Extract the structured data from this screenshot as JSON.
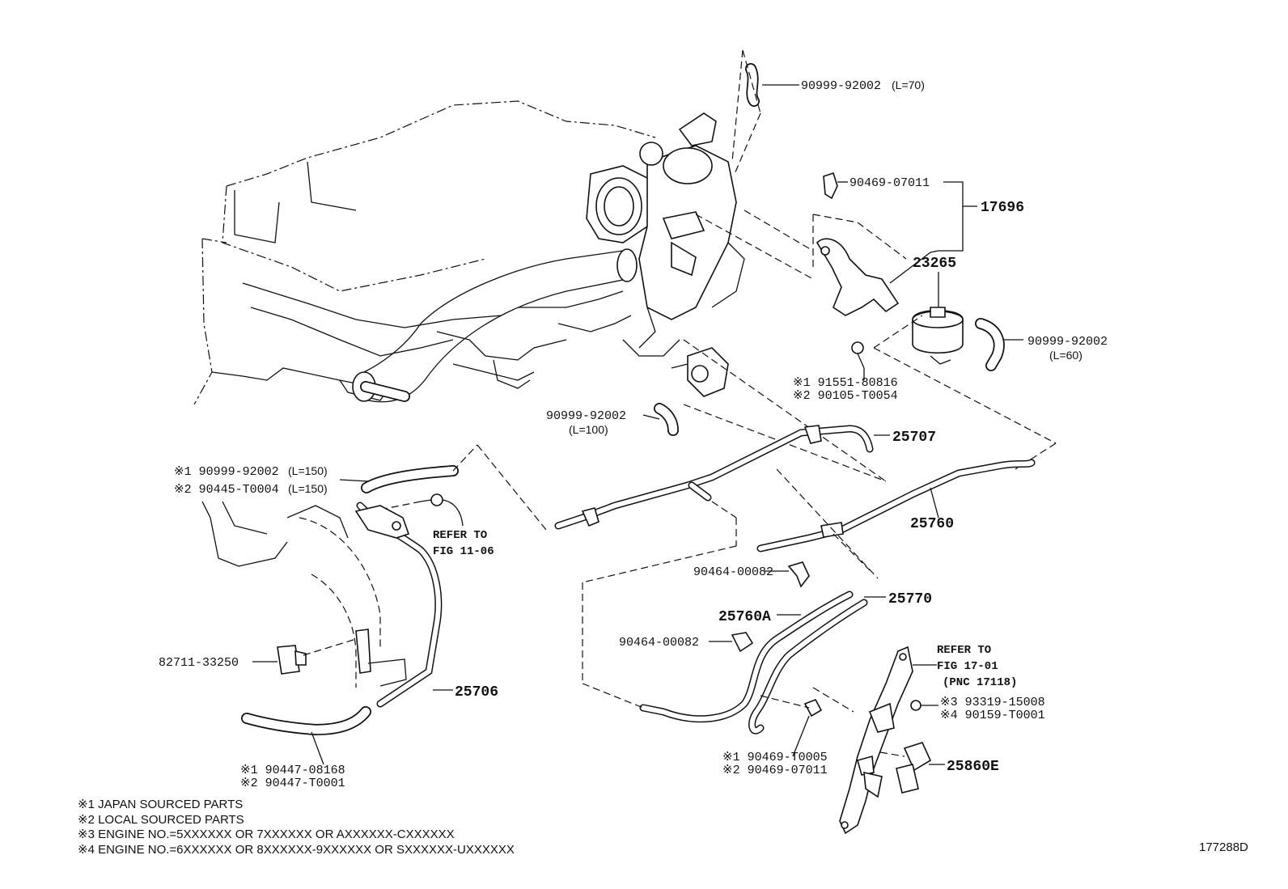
{
  "parts": {
    "p_90999_92002_l70": "90999-92002",
    "p_l70": "(L=70)",
    "p_90469_07011_top": "90469-07011",
    "p_17696": "17696",
    "p_23265": "23265",
    "p_90999_92002_l60": "90999-92002",
    "p_l60": "(L=60)",
    "p_91551_80816": "※1 91551-80816",
    "p_90105_T0054": "※2 90105-T0054",
    "p_90999_92002_l100": "90999-92002",
    "p_l100": "(L=100)",
    "p_25707": "25707",
    "p_90999_92002_l150": "※1 90999-92002",
    "p_l150a": "(L=150)",
    "p_90445_T0004": "※2 90445-T0004",
    "p_l150b": "(L=150)",
    "p_refer_fig_11_06_a": "REFER TO",
    "p_refer_fig_11_06_b": "FIG 11-06",
    "p_25760": "25760",
    "p_90464_00082_a": "90464-00082",
    "p_25770": "25770",
    "p_25760A": "25760A",
    "p_90464_00082_b": "90464-00082",
    "p_82711_33250": "82711-33250",
    "p_25706": "25706",
    "p_refer_fig_17_01_a": "REFER TO",
    "p_refer_fig_17_01_b": "FIG 17-01",
    "p_refer_fig_17_01_c": "(PNC 17118)",
    "p_393319_15008": "※3 93319-15008",
    "p_490159_T0001": "※4 90159-T0001",
    "p_25860E": "25860E",
    "p_90469_T0005": "※1 90469-T0005",
    "p_90469_07011_bot": "※2 90469-07011",
    "p_90447_08168": "※1 90447-08168",
    "p_90447_T0001": "※2 90447-T0001"
  },
  "notes": [
    "※1 JAPAN SOURCED PARTS",
    "※2 LOCAL SOURCED PARTS",
    "※3 ENGINE NO.=5XXXXXX OR 7XXXXXX OR AXXXXXX-CXXXXXX",
    "※4 ENGINE NO.=6XXXXXX OR 8XXXXXX-9XXXXXX OR SXXXXXX-UXXXXXX"
  ],
  "illustration_code": "177288D"
}
